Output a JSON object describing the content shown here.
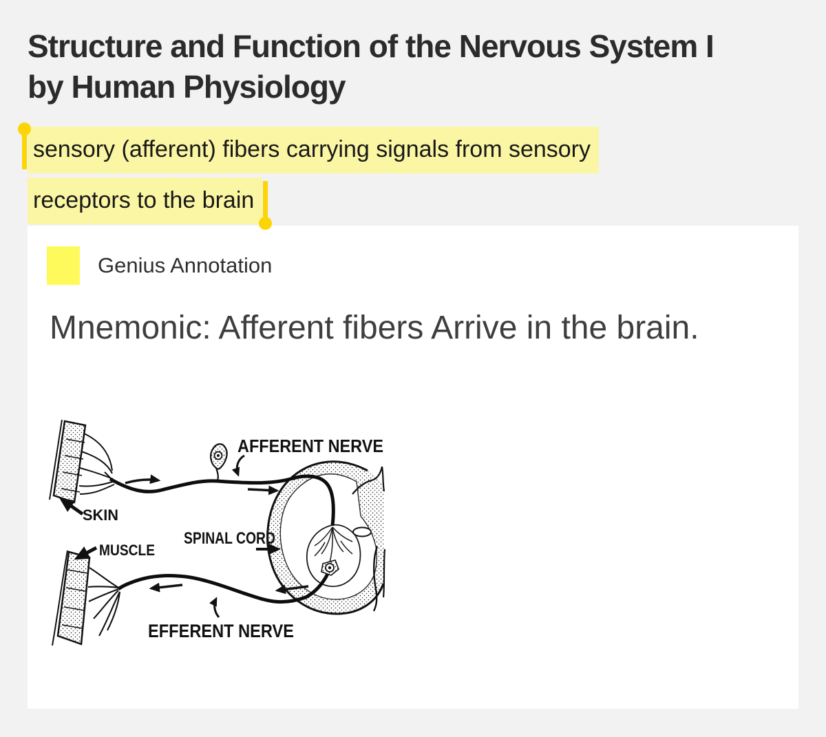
{
  "page": {
    "background_color": "#f2f2f2",
    "title": "Structure and Function of the Nervous System I by Human Physiology"
  },
  "lyric": {
    "line1": "sensory (afferent) fibers carrying signals from sensory",
    "line2": "receptors to the brain",
    "highlight_color": "#fbf6a3",
    "selection_handle_color": "#fdd504"
  },
  "annotation": {
    "header_label": "Genius Annotation",
    "icon_color": "#fffa5c",
    "body": "Mnemonic: Afferent fibers Arrive in the brain."
  },
  "diagram": {
    "labels": {
      "afferent_nerve": "AFFERENT NERVE",
      "skin": "SKIN",
      "spinal_cord": "SPINAL CORD",
      "muscle": "MUSCLE",
      "efferent_nerve": "EFFERENT NERVE"
    }
  }
}
